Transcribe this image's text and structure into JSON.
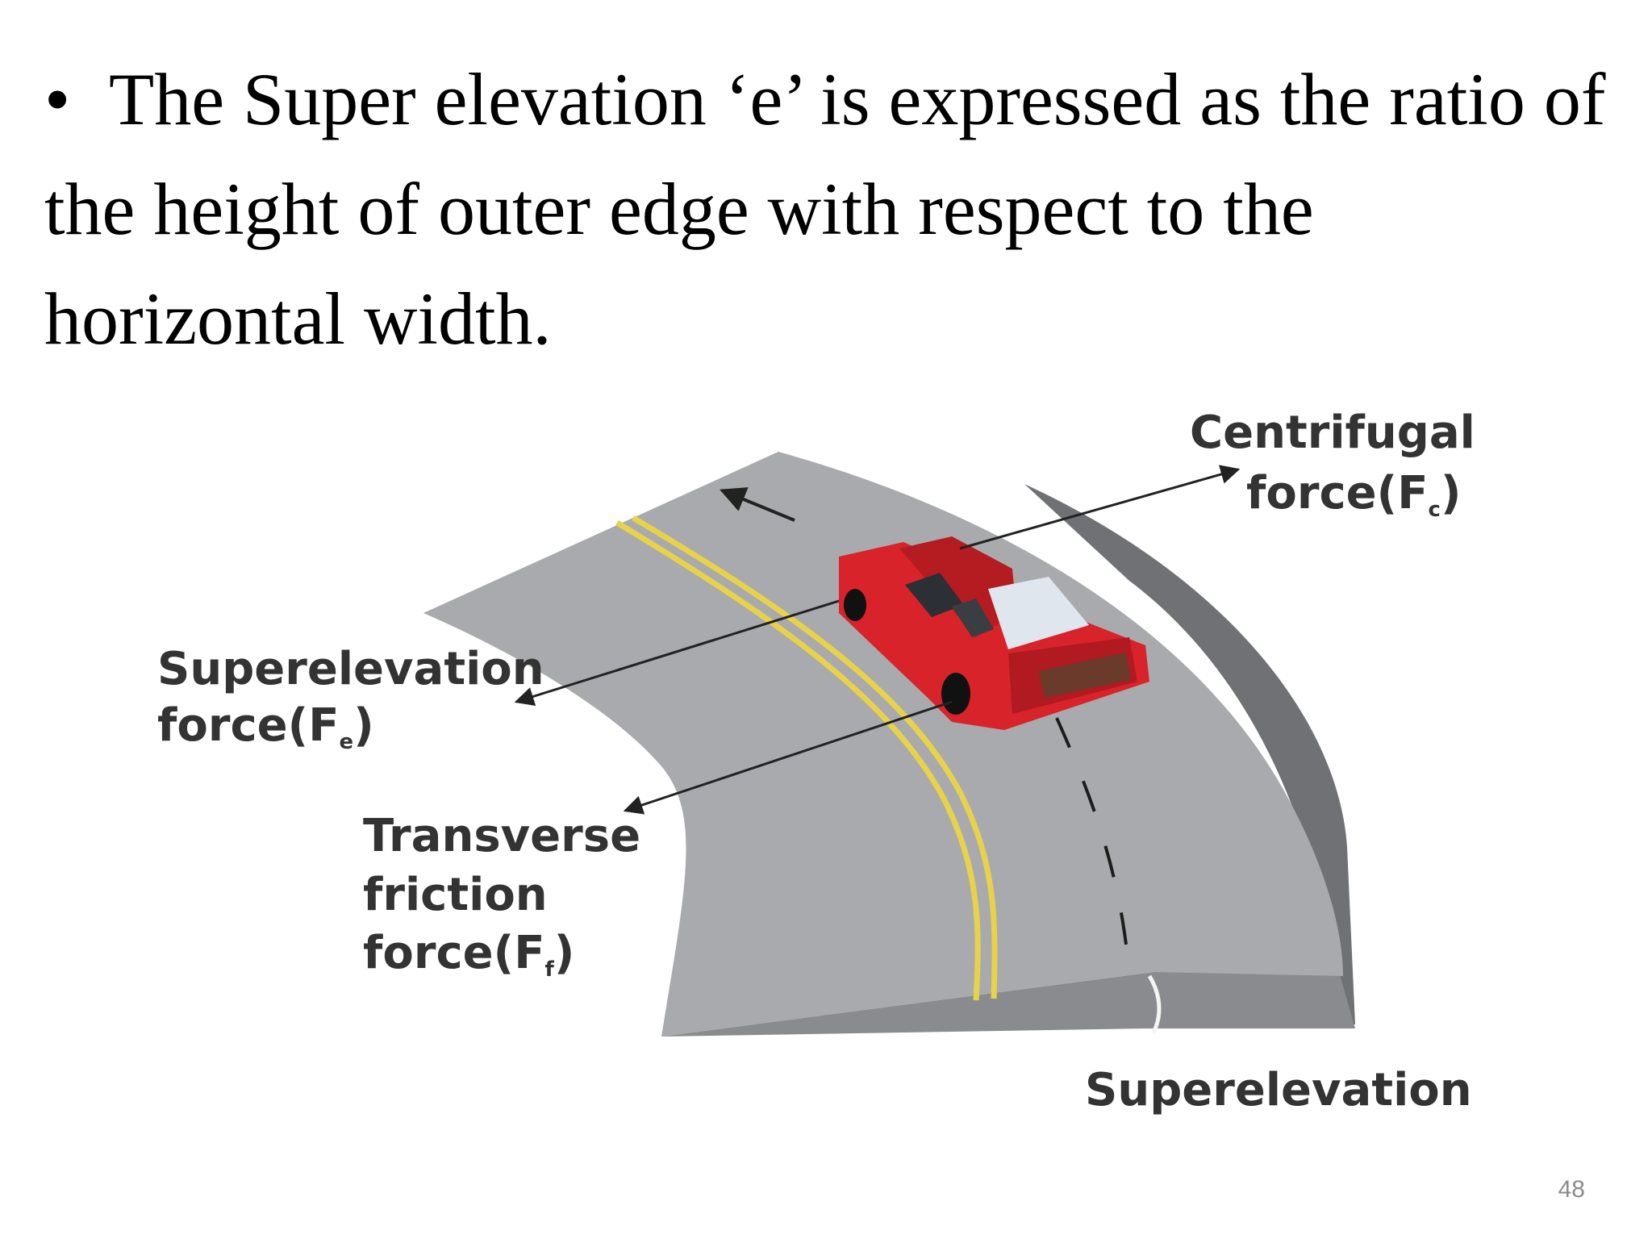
{
  "slide": {
    "bullet": "•",
    "text": "The Super elevation ‘e’ is expressed as the ratio of the height of outer edge with respect to the horizontal width.",
    "page_number": "48"
  },
  "diagram": {
    "labels": {
      "centrifugal_line1": "Centrifugal",
      "centrifugal_line2": "force(F",
      "centrifugal_sub": "c",
      "superelevation_force_line1": "Superelevation",
      "superelevation_force_line2": "force(F",
      "superelevation_force_sub": "e",
      "friction_line1": "Transverse",
      "friction_line2": "friction",
      "friction_line3": "force(F",
      "friction_sub": "f",
      "closing_paren": ")",
      "superelevation": "Superelevation"
    },
    "colors": {
      "road": "#a9aaad",
      "road_side": "#707174",
      "road_front": "#8a8b8e",
      "center_line": "#e8d24a",
      "car_body": "#d8232a",
      "arrow": "#222222",
      "label": "#333333"
    }
  }
}
